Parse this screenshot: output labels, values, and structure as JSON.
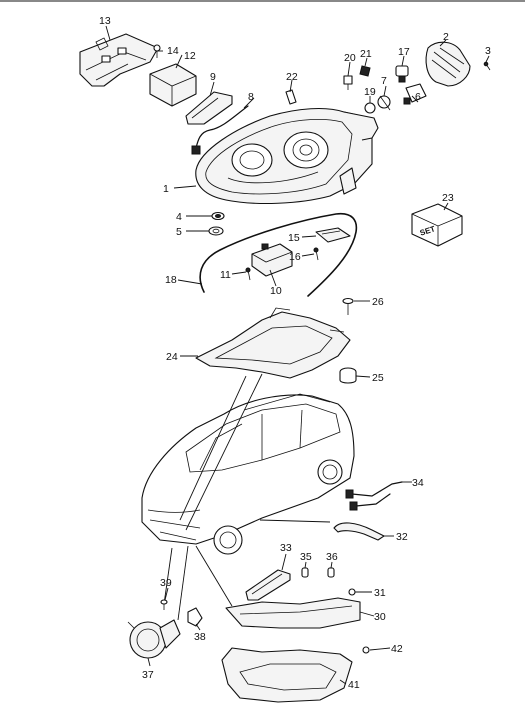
{
  "set_box_label": "SET",
  "callouts": [
    {
      "id": "n1",
      "label": "1"
    },
    {
      "id": "n2",
      "label": "2"
    },
    {
      "id": "n3",
      "label": "3"
    },
    {
      "id": "n4",
      "label": "4"
    },
    {
      "id": "n5",
      "label": "5"
    },
    {
      "id": "n6",
      "label": "6"
    },
    {
      "id": "n7",
      "label": "7"
    },
    {
      "id": "n8",
      "label": "8"
    },
    {
      "id": "n9",
      "label": "9"
    },
    {
      "id": "n10",
      "label": "10"
    },
    {
      "id": "n11",
      "label": "11"
    },
    {
      "id": "n12",
      "label": "12"
    },
    {
      "id": "n13",
      "label": "13"
    },
    {
      "id": "n14",
      "label": "14"
    },
    {
      "id": "n15",
      "label": "15"
    },
    {
      "id": "n16",
      "label": "16"
    },
    {
      "id": "n17",
      "label": "17"
    },
    {
      "id": "n18",
      "label": "18"
    },
    {
      "id": "n19",
      "label": "19"
    },
    {
      "id": "n20",
      "label": "20"
    },
    {
      "id": "n21",
      "label": "21"
    },
    {
      "id": "n22",
      "label": "22"
    },
    {
      "id": "n23",
      "label": "23"
    },
    {
      "id": "n24",
      "label": "24"
    },
    {
      "id": "n25",
      "label": "25"
    },
    {
      "id": "n26",
      "label": "26"
    },
    {
      "id": "n30",
      "label": "30"
    },
    {
      "id": "n31",
      "label": "31"
    },
    {
      "id": "n32",
      "label": "32"
    },
    {
      "id": "n33",
      "label": "33"
    },
    {
      "id": "n34",
      "label": "34"
    },
    {
      "id": "n35",
      "label": "35"
    },
    {
      "id": "n36",
      "label": "36"
    },
    {
      "id": "n37",
      "label": "37"
    },
    {
      "id": "n38",
      "label": "38"
    },
    {
      "id": "n39",
      "label": "39"
    },
    {
      "id": "n41",
      "label": "41"
    },
    {
      "id": "n42",
      "label": "42"
    }
  ]
}
